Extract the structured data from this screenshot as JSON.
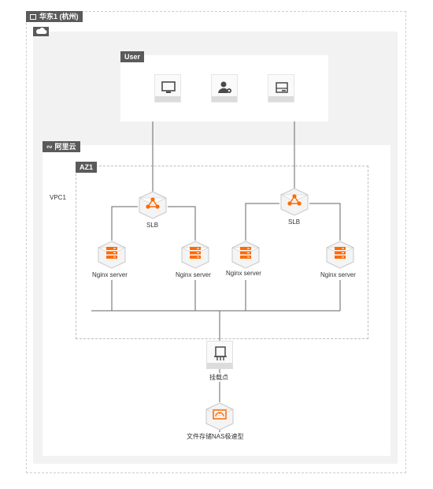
{
  "region": {
    "label": "华东1 (杭州)",
    "icon": "region-frame-icon"
  },
  "cloud": {
    "icon": "cloud-icon"
  },
  "user_group": {
    "label": "User",
    "devices": [
      {
        "name": "desktop",
        "icon": "monitor-icon"
      },
      {
        "name": "admin",
        "icon": "user-gear-icon"
      },
      {
        "name": "server",
        "icon": "server-box-icon"
      }
    ]
  },
  "aliyun": {
    "label": "阿里云",
    "icon": "aliyun-link-icon"
  },
  "vpc": {
    "label": "VPC1"
  },
  "az": {
    "label": "AZ1"
  },
  "slb": [
    {
      "label": "SLB",
      "icon": "slb-icon"
    },
    {
      "label": "SLB",
      "icon": "slb-icon"
    }
  ],
  "nginx": [
    {
      "label": "Nginx server",
      "icon": "server-stack-icon"
    },
    {
      "label": "Nginx server",
      "icon": "server-stack-icon"
    },
    {
      "label": "Nginx server",
      "icon": "server-stack-icon"
    },
    {
      "label": "Nginx server",
      "icon": "server-stack-icon"
    }
  ],
  "mount_point": {
    "label": "挂载点",
    "icon": "mount-point-icon"
  },
  "nas": {
    "label": "文件存储NAS极速型",
    "icon": "nas-icon"
  },
  "colors": {
    "accent": "#ff6a00",
    "tag_bg": "#5a5a5a",
    "line": "#666666",
    "region_fill": "#f2f2f2"
  }
}
